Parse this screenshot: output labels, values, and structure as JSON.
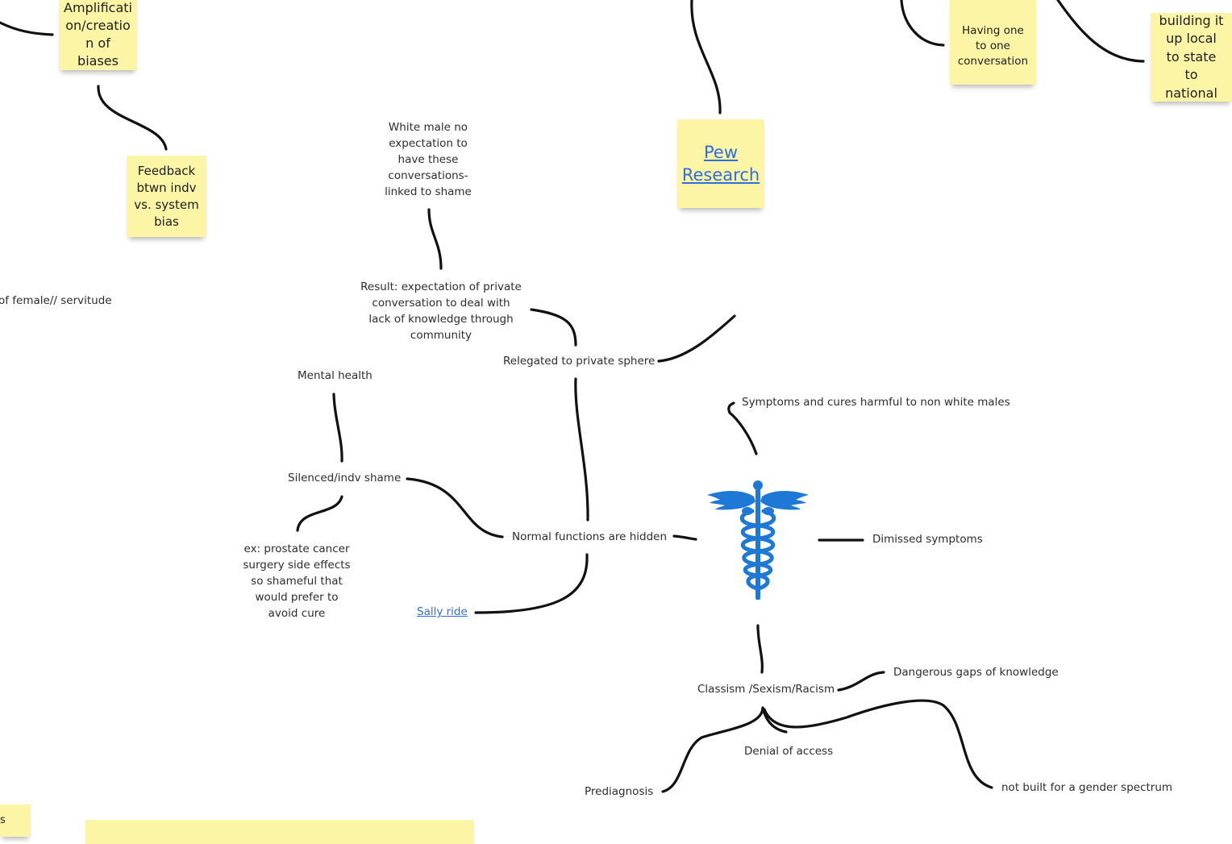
{
  "stickies": {
    "amplification": "Amplificati on/creatio n of biases",
    "feedback": "Feedback btwn indv vs. system bias",
    "pew": "Pew Research",
    "one_to_one": "Having one to one conversation",
    "building": "building it up local to state to national",
    "bottom_left_fragment": "s"
  },
  "nodes": {
    "female_servitude": "of female// servitude",
    "white_male": "White male no expectation to have these conversations- linked to shame",
    "result": "Result: expectation of private conversation to deal with lack of knowledge through community",
    "relegated": "Relegated to private sphere",
    "mental_health": "Mental health",
    "silenced": "Silenced/indv shame",
    "normal_functions": "Normal functions are hidden",
    "prostate": "ex: prostate cancer surgery side effects so shameful that would prefer to avoid cure",
    "sally_ride": "Sally ride",
    "symptoms_cures": "Symptoms and cures harmful to non white males",
    "dismissed": "Dimissed symptoms",
    "classism": "Classism /Sexism/Racism",
    "dangerous": "Dangerous gaps of knowledge",
    "denial": "Denial of access",
    "prediagnosis": "Prediagnosis",
    "gender_spectrum": "not built for a gender spectrum"
  },
  "icons": {
    "center": "caduceus-icon"
  },
  "colors": {
    "sticky": "#fdf5a6",
    "link": "#2f6de0",
    "caduceus": "#1e78d6",
    "connector": "#111111"
  }
}
